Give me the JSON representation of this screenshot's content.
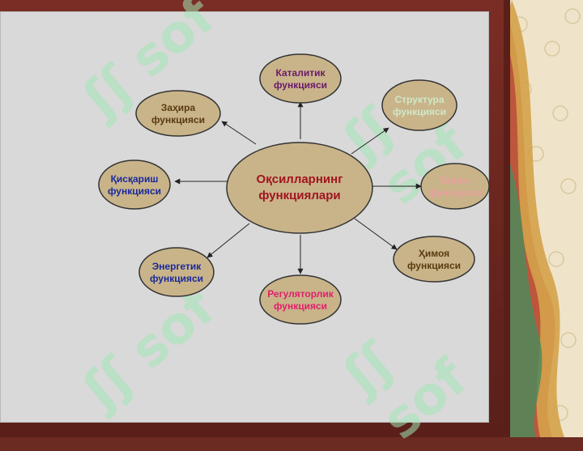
{
  "center": {
    "label_line1": "Оқсилларнинг",
    "label_line2": "функциялари",
    "color": "#a0141e"
  },
  "nodes": [
    {
      "key": "catalytic",
      "line1": "Каталитик",
      "line2": "функцияси",
      "color": "#6a1a6a"
    },
    {
      "key": "structural",
      "line1": "Структура",
      "line2": "функцияси",
      "color": "#cfe8c9"
    },
    {
      "key": "tension",
      "line1": "Таянч-",
      "line2": "функцияси",
      "color": "#e8a0a0"
    },
    {
      "key": "protection",
      "line1": "Ҳимоя",
      "line2": "функцияси",
      "color": "#5a3a10"
    },
    {
      "key": "regulatory",
      "line1": "Регуляторлик",
      "line2": "функцияси",
      "color": "#e0206a"
    },
    {
      "key": "energy",
      "line1": "Энергетик",
      "line2": "функцияси",
      "color": "#1a2a9a"
    },
    {
      "key": "contractile",
      "line1": "Қисқариш",
      "line2": "функцияси",
      "color": "#1a2a9a"
    },
    {
      "key": "reserve",
      "line1": "Заҳира",
      "line2": "функцияси",
      "color": "#5a3a10"
    }
  ],
  "node_fill": "#c9b48a",
  "watermark_text": "sof"
}
